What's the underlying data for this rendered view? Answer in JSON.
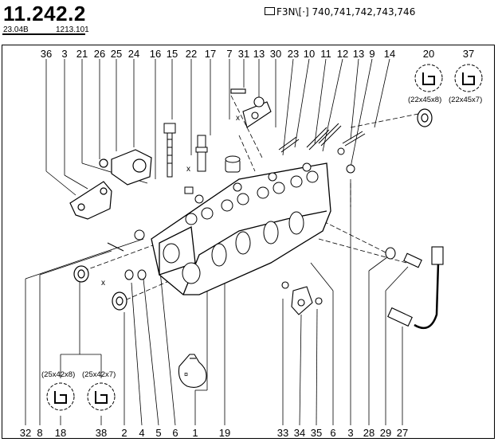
{
  "header": {
    "title": "11.242.2",
    "code_left": "23.04B",
    "code_right": "1213.101",
    "model_icon": "engine-icon",
    "models": "F3N\\[·] 740,741,742,743,746"
  },
  "top_callouts": [
    "36",
    "3",
    "21",
    "26",
    "25",
    "24",
    "16",
    "15",
    "22",
    "17",
    "7",
    "31",
    "13",
    "30",
    "23",
    "10",
    "11",
    "12",
    "13",
    "9",
    "14",
    "20",
    "37"
  ],
  "bottom_callouts": [
    "32",
    "8",
    "18",
    "38",
    "2",
    "4",
    "5",
    "6",
    "1",
    "19",
    "33",
    "34",
    "35",
    "6",
    "3",
    "28",
    "29",
    "27"
  ],
  "seal_specs": {
    "top_left": "(22x45x8)",
    "top_right": "(22x45x7)",
    "bottom_left": "(25x42x8)",
    "bottom_right": "(25x42x7)"
  },
  "dimension_marks": [
    "x",
    "x",
    "x"
  ]
}
